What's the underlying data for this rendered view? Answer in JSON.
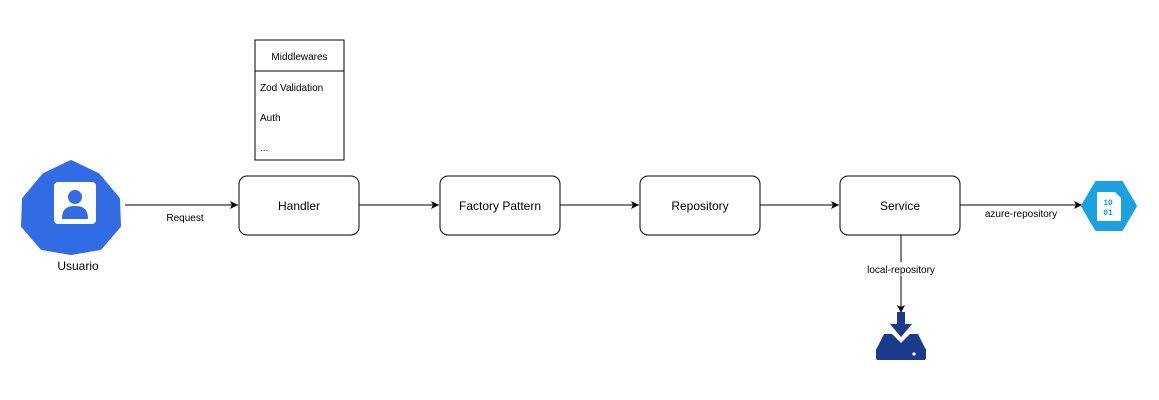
{
  "nodes": {
    "user": {
      "label": "Usuario",
      "icon": "user-icon",
      "color": "#326ce5"
    },
    "handler": {
      "label": "Handler"
    },
    "factory": {
      "label": "Factory Pattern"
    },
    "repository": {
      "label": "Repository"
    },
    "service": {
      "label": "Service"
    },
    "azure_blob": {
      "icon": "azure-blob-storage-icon",
      "color": "#1ba1e2",
      "glyph_top": "10",
      "glyph_bottom": "01"
    },
    "local_storage": {
      "icon": "local-storage-download-icon",
      "color": "#1a3a8c"
    }
  },
  "middlewares": {
    "title": "Middlewares",
    "items": [
      "Zod Validation",
      "Auth",
      "..."
    ]
  },
  "edges": {
    "request": "Request",
    "azure": "azure-repository",
    "local": "local-repository"
  }
}
